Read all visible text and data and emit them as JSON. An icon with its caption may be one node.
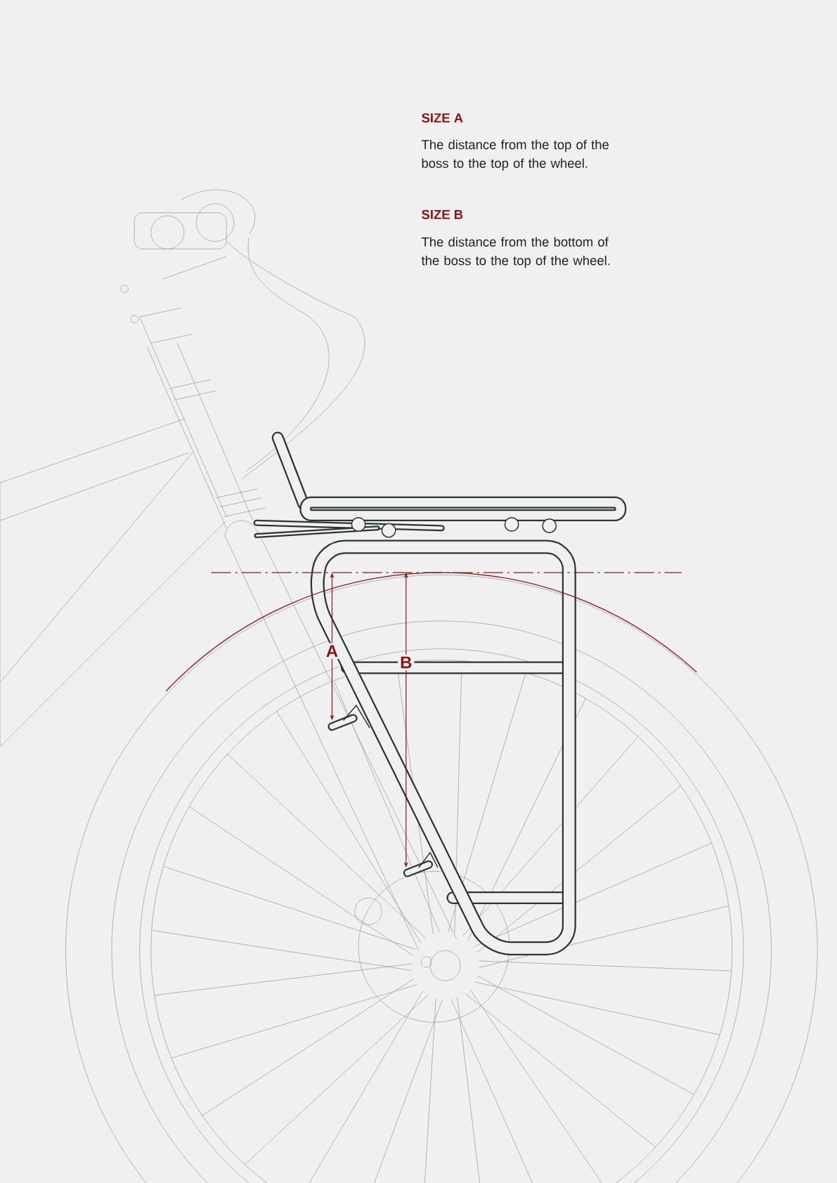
{
  "diagram": {
    "labels": [
      "SIZE A",
      "The distance from the top of the boss to the top of the wheel.",
      "SIZE B",
      "The distance from the bottom of the boss to the top of the wheel.",
      "A",
      "B"
    ]
  }
}
